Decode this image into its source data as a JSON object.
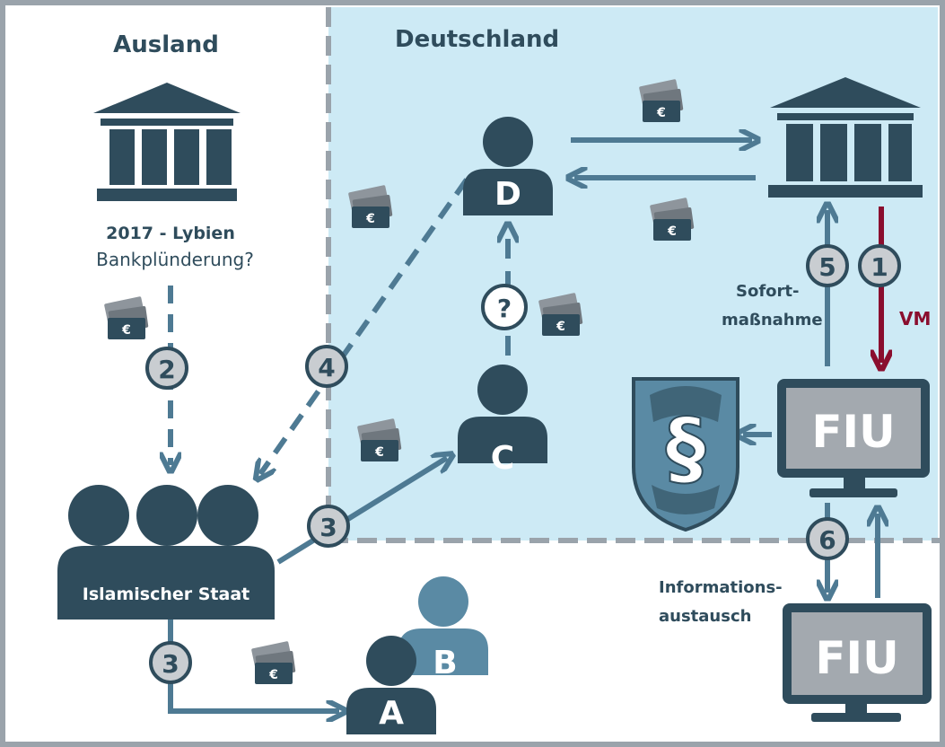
{
  "regions": {
    "abroad": "Ausland",
    "germany": "Deutschland"
  },
  "foreign_bank": {
    "year_label": "2017 - Lybien",
    "event_label": "Bankplünderung?"
  },
  "actors": {
    "isis": "Islamischer Staat",
    "a": "A",
    "b": "B",
    "c": "C",
    "d": "D"
  },
  "steps": {
    "s1": "1",
    "s2": "2",
    "s3a": "3",
    "s3b": "3",
    "s4": "4",
    "s5": "5",
    "s6": "6",
    "unknown": "?"
  },
  "labels": {
    "immediate_line1": "Sofort-",
    "immediate_line2": "maßnahme",
    "vm": "VM",
    "info_line1": "Informations-",
    "info_line2": "austausch",
    "fiu_main": "FIU",
    "fiu_foreign": "FIU",
    "paragraph": "§",
    "euro": "€"
  },
  "colors": {
    "dark": "#2f4c5c",
    "arrow": "#4e7a93",
    "light_person": "#5a8aa4",
    "germany_bg": "#cdeaf5",
    "border": "#9aa3ab",
    "badge_fill": "#c9cdd1",
    "vm_red": "#8a0e2e",
    "monitor_screen": "#a3a9af",
    "money_back": "#8e959c"
  }
}
